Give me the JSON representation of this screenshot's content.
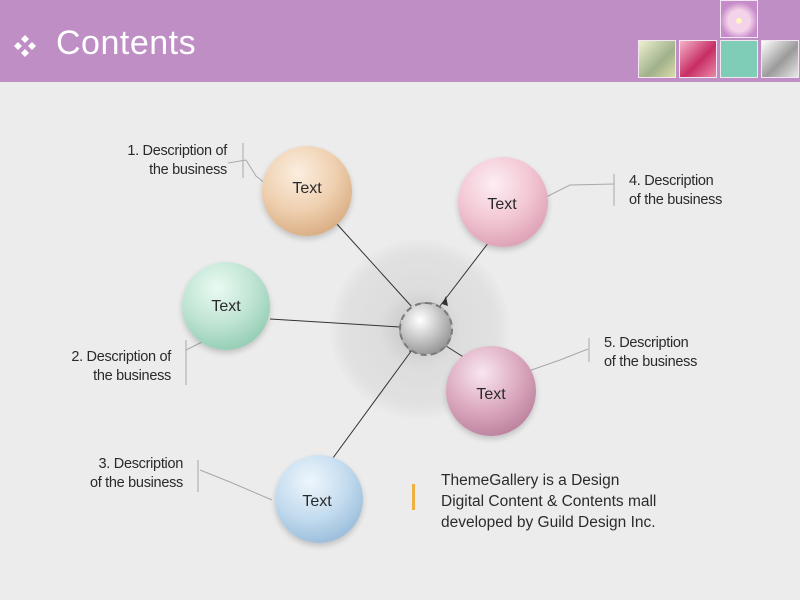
{
  "header": {
    "title": "Contents",
    "title_icon": "four-diamond-cross-icon",
    "thumbnails": [
      "flower-photo",
      "glass-photo",
      "pink-objects-photo",
      "teal-swatch",
      "phone-photo"
    ]
  },
  "diagram": {
    "hub_icon": "silver-sphere",
    "nodes": [
      {
        "label": "Text",
        "description": "1. Description of\nthe business",
        "color": "#d5a77b"
      },
      {
        "label": "Text",
        "description": "2. Description of\nthe business",
        "color": "#8cc9af"
      },
      {
        "label": "Text",
        "description": "3. Description\nof the business",
        "color": "#93b8d8"
      },
      {
        "label": "Text",
        "description": "4. Description\nof the business",
        "color": "#d99aaf"
      },
      {
        "label": "Text",
        "description": "5. Description\nof the business",
        "color": "#b77b98"
      }
    ]
  },
  "footer": {
    "text": "ThemeGallery   is a Design\nDigital Content & Contents mall\ndeveloped by Guild Design Inc.",
    "accent_color": "#f0b040"
  },
  "colors": {
    "header_bg": "#be8ec5",
    "page_bg": "#ececec"
  }
}
